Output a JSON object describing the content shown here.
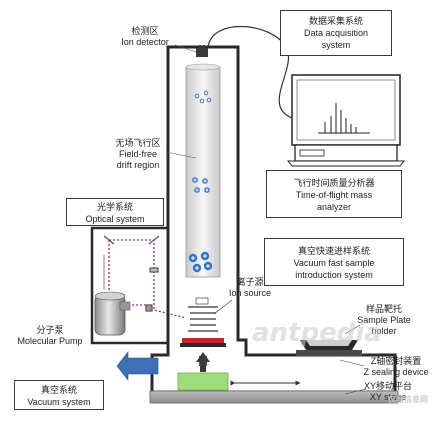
{
  "labels": {
    "ion_detector_cn": "检测区",
    "ion_detector_en": "Ion detector",
    "drift_cn": "无场飞行区",
    "drift_en1": "Field-free",
    "drift_en2": "drift region",
    "ion_source_cn": "离子源",
    "ion_source_en": "Ion source",
    "pump_cn": "分子泵",
    "pump_en": "Molecular Pump",
    "sample_holder_cn": "样品靶托",
    "sample_holder_en1": "Sample Plate",
    "sample_holder_en2": "holder",
    "z_sealing_cn": "Z轴密封装置",
    "z_sealing_en": "Z sealing device",
    "xy_stage_cn": "XY移动平台",
    "xy_stage_en": "XY stage"
  },
  "boxes": {
    "data_acq": {
      "cn": "数据采集系统",
      "en1": "Data acquisition",
      "en2": "system"
    },
    "optical": {
      "cn": "光学系统",
      "en": "Optical system"
    },
    "tof": {
      "cn": "飞行时间质量分析器",
      "en1": "Time-of-flight mass",
      "en2": "analyzer"
    },
    "vacuum_intro": {
      "cn": "真空快速进样系统",
      "en1": "Vacuum fast sample",
      "en2": "introduction system"
    },
    "vacuum_sys": {
      "cn": "真空系统",
      "en": "Vacuum system"
    }
  },
  "colors": {
    "outline": "#2a2a2a",
    "ion_blue": "#2f74c9",
    "laser_path": "#8e2a8e",
    "pump_arrow": "#3f6fb5",
    "stage_green": "#9fdc7e",
    "stage_gray": "#a9a9a9",
    "plate_red": "#c0282f",
    "tube_gray": "#d8d8d8"
  },
  "watermark": {
    "text": "antpedia",
    "sub": "仪器信息网"
  }
}
